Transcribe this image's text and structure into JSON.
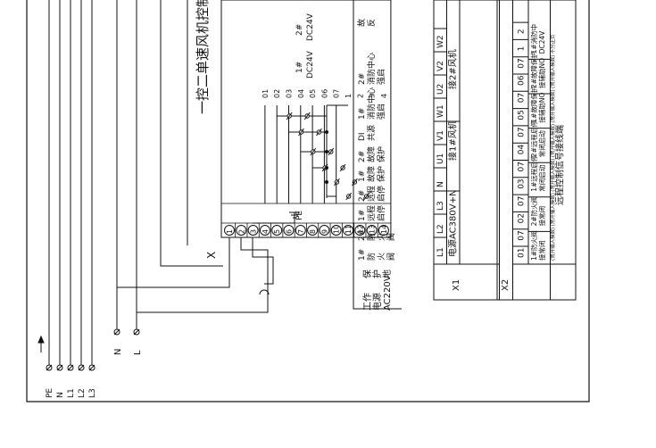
{
  "title_partial": "一控二单速风机控制",
  "supply": {
    "lines": [
      "PE",
      "N",
      "L1",
      "L2",
      "L3"
    ],
    "aux": [
      "N",
      "L"
    ],
    "pe_label": "PE"
  },
  "x_block": {
    "label": "X",
    "terminals": [
      "1",
      "2",
      "3",
      "4",
      "5",
      "6",
      "7",
      "8",
      "9",
      "10",
      "11",
      "12",
      "13",
      "14"
    ],
    "io_numbers": [
      "01",
      "02",
      "03",
      "04",
      "05",
      "06",
      "07",
      "1",
      "2",
      "3",
      "4"
    ]
  },
  "function_labels": {
    "work_power": [
      "工作",
      "电源",
      "AC220V"
    ],
    "col1": [
      "保",
      "护",
      "地"
    ],
    "col2": [
      "1#",
      "防",
      "火",
      "阀"
    ],
    "col3": [
      "2#",
      "防",
      "火",
      "阀"
    ],
    "col4": [
      "1#",
      "远程",
      "启停"
    ],
    "col5": [
      "2#",
      "远程",
      "启停"
    ],
    "col6": [
      "1#",
      "故障",
      "保护"
    ],
    "col7": [
      "2#",
      "故障",
      "保护"
    ],
    "col8": [
      "DI",
      "共源"
    ],
    "col9": [
      "1#",
      "消防中心",
      "强启"
    ],
    "col10": [
      "2#",
      "消防中心",
      "强启"
    ],
    "col11": [
      "故",
      "反"
    ],
    "dc1": [
      "1#",
      "DC24V"
    ],
    "dc2": [
      "2#",
      "DC24V"
    ]
  },
  "x1_table": {
    "label": "X1",
    "terminals": [
      "L1",
      "L2",
      "L3",
      "N",
      "U1",
      "V1",
      "W1",
      "U2",
      "V2",
      "W2"
    ],
    "groups": [
      "电源AC380V+N",
      "接1#风机",
      "接2#风机"
    ]
  },
  "x2_table": {
    "label": "X2",
    "terminals": [
      "01",
      "07",
      "02",
      "07",
      "03",
      "07",
      "04",
      "07",
      "05",
      "07",
      "06",
      "07",
      "1",
      "2"
    ],
    "descs": [
      {
        "main": "1#防火阀\n接常闭",
        "sub": "(常开输入模数)"
      },
      {
        "main": "2#防火阀\n接常闭",
        "sub": "(常开输入模数)"
      },
      {
        "main": "1#远程启停\n常闭启动",
        "sub": "(常开输入模数)"
      },
      {
        "main": "2#远程启停\n常闭启动",
        "sub": "(常开输入模数)"
      },
      {
        "main": "1#故障保护\n接辅助NO",
        "sub": "(常开输入模数)"
      },
      {
        "main": "2#故障保护\n接辅助NO",
        "sub": "(常开输入模数)"
      },
      {
        "main": "1#消防中\nDC24V",
        "sub": "不分正负"
      }
    ],
    "footer": "远程控制信号接线端"
  }
}
